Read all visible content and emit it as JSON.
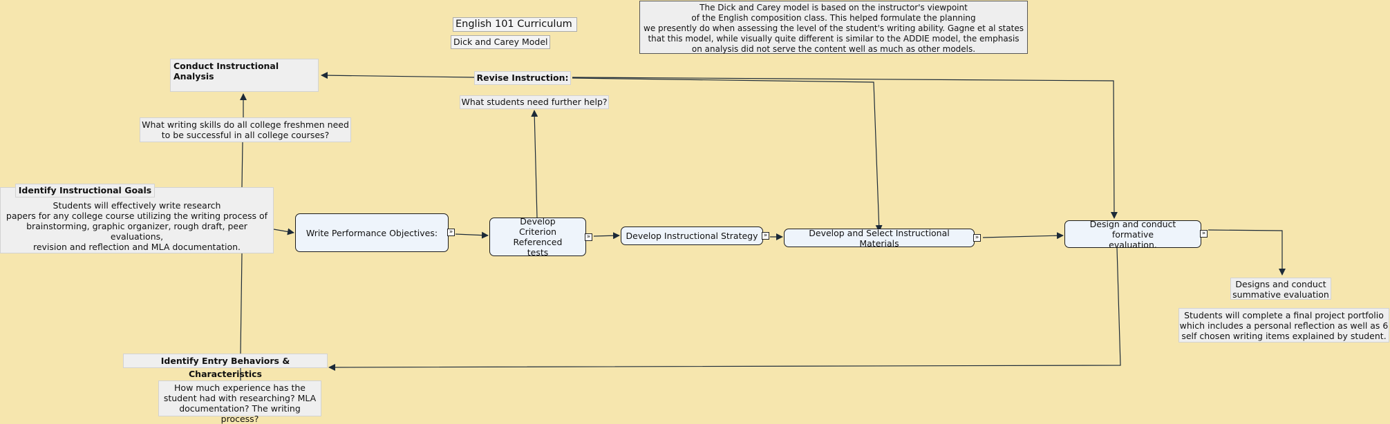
{
  "header": {
    "curriculum_title": "English 101 Curriculum",
    "model_name": "Dick and Carey Model",
    "note_lines": [
      "The Dick and Carey model is based on the instructor's viewpoint",
      "of the English composition class.  This helped formulate the planning",
      "we presently do when assessing the level of the student's writing ability. Gagne et al states",
      "that this model, while visually quite different is similar to the ADDIE model,  the  emphasis",
      "on  analysis did not serve the content well as much as other models."
    ]
  },
  "nodes": {
    "conduct_analysis": "Conduct Instructional Analysis",
    "analysis_question": [
      "What  writing skills do  all college freshmen need",
      "to be successful in all college courses?"
    ],
    "identify_goals": "Identify Instructional Goals",
    "goals_text": [
      "Students will effectively write research",
      "papers for any college course utilizing the writing process of",
      "brainstorming, graphic organizer, rough draft, peer evaluations,",
      "revision and reflection  and MLA documentation."
    ],
    "write_objectives": "Write Performance Objectives:",
    "criterion_tests": [
      "Develop",
      "Criterion Referenced",
      "tests"
    ],
    "instructional_strategy": "Develop Instructional Strategy",
    "select_materials": "Develop and Select Instructional Materials",
    "formative_evaluation": [
      "Design and conduct formative",
      "evaluation."
    ],
    "revise_instruction": "Revise Instruction:",
    "revise_question": "What students need further help?",
    "summative_evaluation": [
      "Designs and conduct",
      "summative evaluation"
    ],
    "summative_text": [
      "Students will complete a final project portfolio",
      "which includes a personal reflection as well as 6",
      "self chosen writing items explained by student."
    ],
    "entry_behaviors": "Identify Entry Behaviors & Characteristics",
    "entry_question": [
      "How much experience has the",
      "student had with researching? MLA",
      "documentation? The writing process?"
    ]
  },
  "expander_glyph": "»",
  "colors": {
    "background": "#f6e6ae",
    "line": "#1c2a38",
    "node_fill": "#eef4fb"
  }
}
